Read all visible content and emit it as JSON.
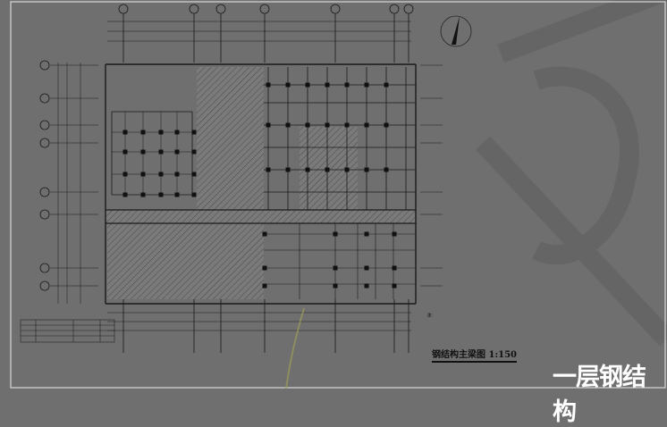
{
  "drawing": {
    "title": "钢结构主梁图 1:150",
    "notes_label": "注：",
    "watermark": "一层钢结构",
    "colors": {
      "background": "#6f6f6f",
      "lines": "#1a1a1a",
      "hatch": "#555555",
      "frame": "#d8d8d8",
      "watermark": "#ffffff"
    }
  }
}
